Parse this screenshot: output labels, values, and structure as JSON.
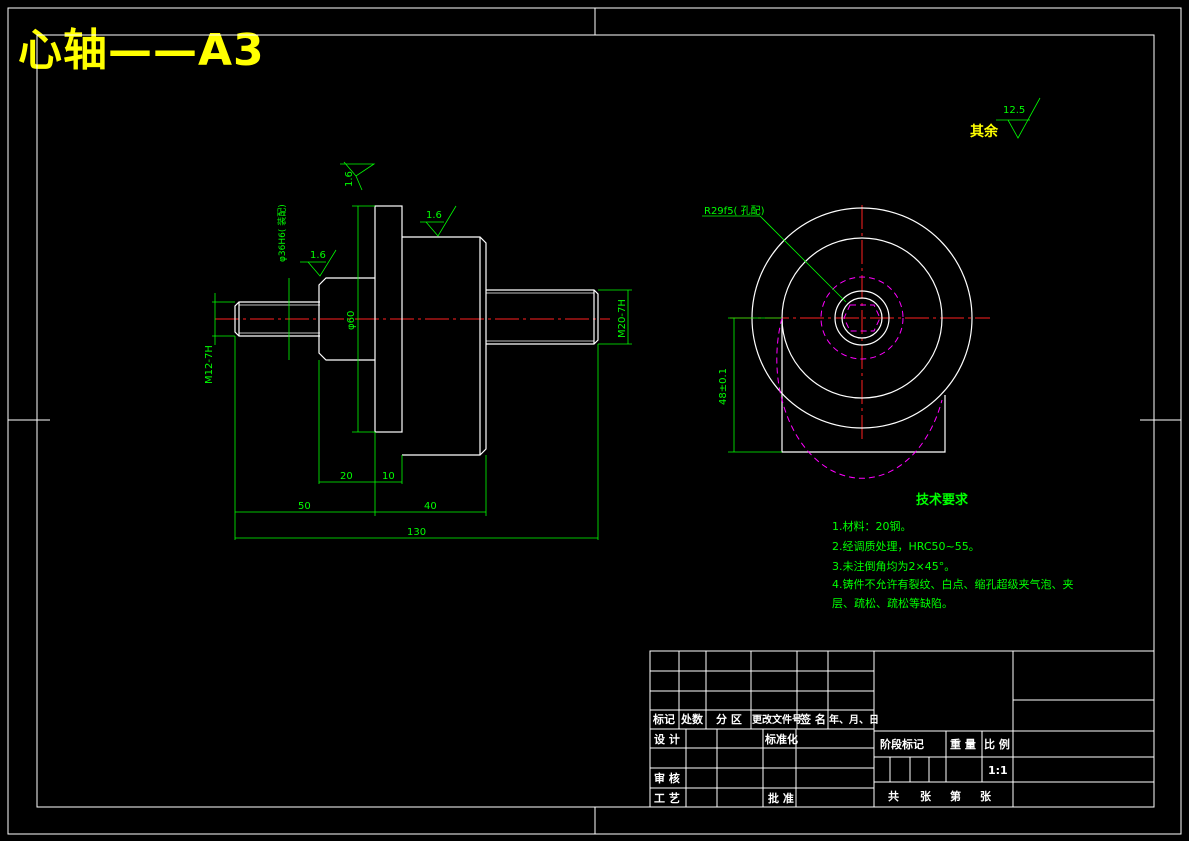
{
  "drawing": {
    "title": "心轴——A3",
    "roughness": {
      "qiyu_label": "其余",
      "qiyu_value": "12.5",
      "flange_value": "1.6",
      "body_value": "1.6",
      "shoulder_value": "1.6"
    },
    "dims_front": {
      "d_flange": "φ36H6(  装配)",
      "d_body": "φ60",
      "thread_left": "M12-7H",
      "thread_right": "M20-7H",
      "d20": "20",
      "d10": "10",
      "d50": "50",
      "d40": "40",
      "d130": "130"
    },
    "dims_side": {
      "radius": "R29f5(  孔配)",
      "height": "48±0.1"
    },
    "tech": {
      "heading": "技术要求",
      "items": [
        "1.材料：20钢。",
        "2.经调质处理，HRC50~55。",
        "3.未注倒角均为2×45°。",
        "4.铸件不允许有裂纹、白点、缩孔超级夹气泡、夹",
        "层、疏松、疏松等缺陷。"
      ]
    },
    "titleblock": {
      "biaoji": "标记",
      "chushu": "处数",
      "fenqu": "分 区",
      "genggai": "更改文件号",
      "qianming": "签 名",
      "nianyueri": "年、月、日",
      "sheji": "设 计",
      "biaozhunhua": "标准化",
      "jieduan": "阶段标记",
      "zhongliang": "重 量",
      "bili": "比 例",
      "scale": "1:1",
      "shenhe": "审 核",
      "gongyi": "工 艺",
      "pizhun": "批 准",
      "gong": "共",
      "zhang1": "张",
      "di": "第",
      "zhang2": "张"
    }
  },
  "colors": {
    "line": "#ffffff",
    "dim": "#00ff00",
    "center": "#ff2020",
    "hidden": "#ff00ff",
    "title": "#ffff00"
  }
}
